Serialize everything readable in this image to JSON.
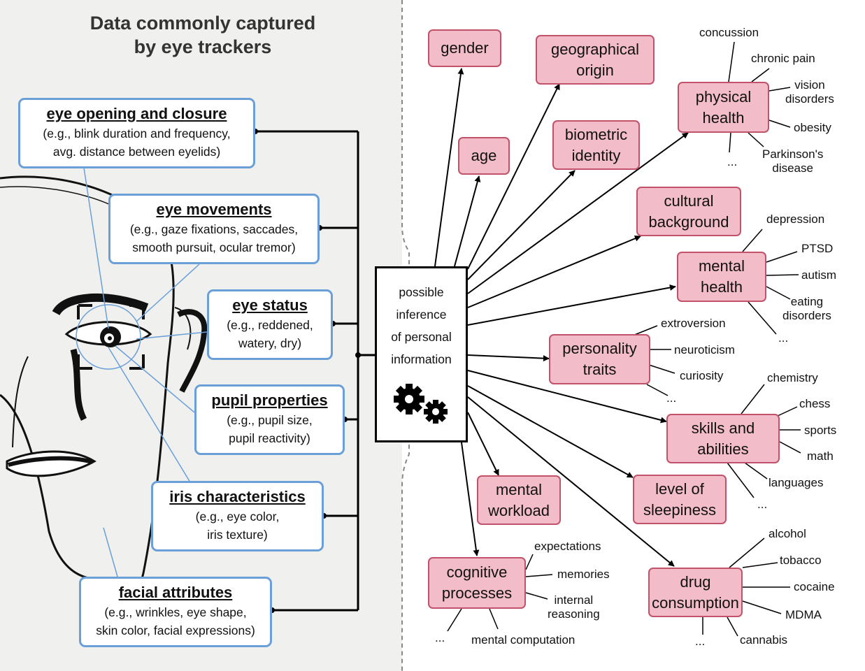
{
  "title": [
    "Data commonly captured",
    "by eye trackers"
  ],
  "center_box": [
    "possible",
    "inference",
    "of personal",
    "information"
  ],
  "data_boxes": [
    {
      "heading": "eye opening and closure",
      "lines": [
        "(e.g., blink duration and frequency,",
        "avg. distance between eyelids)"
      ]
    },
    {
      "heading": "eye movements",
      "lines": [
        "(e.g., gaze fixations, saccades,",
        "smooth pursuit, ocular tremor)"
      ]
    },
    {
      "heading": "eye status",
      "lines": [
        "(e.g., reddened,",
        "watery, dry)"
      ]
    },
    {
      "heading": "pupil properties",
      "lines": [
        "(e.g., pupil size,",
        "pupil reactivity)"
      ]
    },
    {
      "heading": "iris characteristics",
      "lines": [
        "(e.g., eye color,",
        "iris texture)"
      ]
    },
    {
      "heading": "facial attributes",
      "lines": [
        "(e.g., wrinkles, eye shape,",
        "skin color, facial expressions)"
      ]
    }
  ],
  "inferences": [
    {
      "lines": [
        "gender"
      ]
    },
    {
      "lines": [
        "age"
      ]
    },
    {
      "lines": [
        "geographical",
        "origin"
      ]
    },
    {
      "lines": [
        "biometric",
        "identity"
      ]
    },
    {
      "lines": [
        "physical",
        "health"
      ]
    },
    {
      "lines": [
        "cultural",
        "background"
      ]
    },
    {
      "lines": [
        "mental",
        "health"
      ]
    },
    {
      "lines": [
        "personality",
        "traits"
      ]
    },
    {
      "lines": [
        "skills and",
        "abilities"
      ]
    },
    {
      "lines": [
        "mental",
        "workload"
      ]
    },
    {
      "lines": [
        "level of",
        "sleepiness"
      ]
    },
    {
      "lines": [
        "cognitive",
        "processes"
      ]
    },
    {
      "lines": [
        "drug",
        "consumption"
      ]
    }
  ],
  "sub_labels": {
    "physical_health": [
      [
        "concussion"
      ],
      [
        "chronic pain"
      ],
      [
        "vision",
        "disorders"
      ],
      [
        "obesity"
      ],
      [
        "Parkinson's",
        "disease"
      ],
      [
        "..."
      ]
    ],
    "mental_health": [
      [
        "depression"
      ],
      [
        "PTSD"
      ],
      [
        "autism"
      ],
      [
        "eating",
        "disorders"
      ],
      [
        "..."
      ]
    ],
    "personality_traits": [
      [
        "extroversion"
      ],
      [
        "neuroticism"
      ],
      [
        "curiosity"
      ],
      [
        "..."
      ]
    ],
    "skills_and_abilities": [
      [
        "chemistry"
      ],
      [
        "chess"
      ],
      [
        "sports"
      ],
      [
        "math"
      ],
      [
        "languages"
      ],
      [
        "..."
      ]
    ],
    "cognitive_processes": [
      [
        "expectations"
      ],
      [
        "memories"
      ],
      [
        "internal",
        "reasoning"
      ],
      [
        "mental computation"
      ],
      [
        "..."
      ]
    ],
    "drug_consumption": [
      [
        "alcohol"
      ],
      [
        "tobacco"
      ],
      [
        "cocaine"
      ],
      [
        "MDMA"
      ],
      [
        "cannabis"
      ],
      [
        "..."
      ]
    ]
  },
  "colors": {
    "data_box_border": "#6a9fd8",
    "inference_fill": "#f2bcc8",
    "inference_border": "#c2526a",
    "left_panel": "#f0f0ee"
  }
}
